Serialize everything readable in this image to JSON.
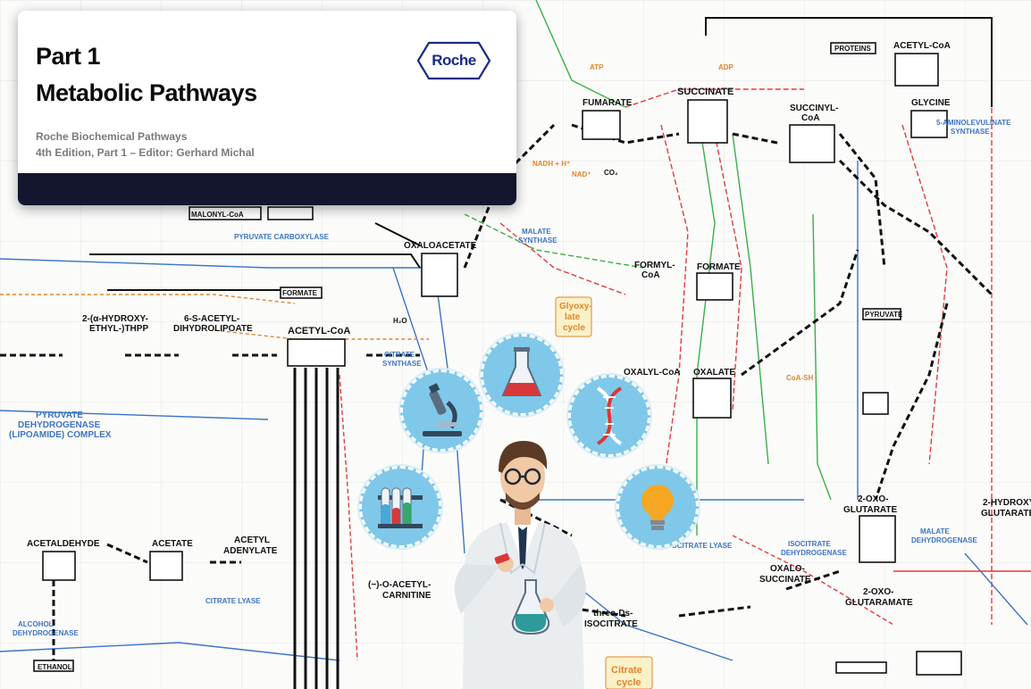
{
  "header": {
    "title_line1": "Part 1",
    "title_line2": "Metabolic Pathways",
    "subtitle_line1": "Roche Biochemical Pathways",
    "subtitle_line2": "4th Edition, Part 1 – Editor: Gerhard Michal",
    "logo_text": "Roche"
  },
  "pathway_labels": {
    "succinate": "SUCCINATE",
    "fumarate": "FUMARATE",
    "succinyl_coa_1": "SUCCINYL-",
    "succinyl_coa_2": "CoA",
    "glycine": "GLYCINE",
    "acetyl_coa_top": "ACETYL-CoA",
    "proteins": "PROTEINS",
    "oxaloacetate": "OXALOACETATE",
    "formate": "FORMATE",
    "formate2": "FORMATE",
    "formyl_coa_1": "FORMYL-",
    "formyl_coa_2": "CoA",
    "acetyl_coa": "ACETYL-CoA",
    "oxalyl_coa": "OXALYL-CoA",
    "oxalate": "OXALATE",
    "pyruvate": "PYRUVATE",
    "glyoxylate_1": "Glyoxy-",
    "glyoxylate_2": "late",
    "glyoxylate_3": "cycle",
    "oxoglutarate_1": "2-OXO-",
    "oxoglutarate_2": "GLUTARATE",
    "acetaldehyde": "ACETALDEHYDE",
    "acetate": "ACETATE",
    "acetyl_adenylate_1": "ACETYL",
    "acetyl_adenylate_2": "ADENYLATE",
    "ethanol": "ETHANOL",
    "acetylcarnitine_1": "(−)-O-ACETYL-",
    "acetylcarnitine_2": "CARNITINE",
    "isocitrate_1": "threo-Ds-",
    "isocitrate_2": "ISOCITRATE",
    "oxalosuccinate_1": "OXALO-",
    "oxalosuccinate_2": "SUCCINATE",
    "oxoglutaramate_1": "2-OXO-",
    "oxoglutaramate_2": "GLUTARAMATE",
    "citrate_cycle_1": "Citrate",
    "citrate_cycle_2": "cycle",
    "pyruvate_dh_1": "PYRUVATE",
    "pyruvate_dh_2": "DEHYDROGENASE",
    "pyruvate_dh_3": "(LIPOAMIDE) COMPLEX",
    "pyruvate_carboxylase": "PYRUVATE CARBOXYLASE",
    "citrate_synthase_1": "CITRATE",
    "citrate_synthase_2": "SYNTHASE",
    "malate_synthase_1": "MALATE",
    "malate_synthase_2": "SYNTHASE",
    "acetyl_dihydrolipoate_1": "6-S-ACETYL-",
    "acetyl_dihydrolipoate_2": "DIHYDROLIPOATE",
    "hydroxyethyl_1": "2-(α-HYDROXY-",
    "hydroxyethyl_2": "ETHYL-)THPP",
    "citrate_lyase": "CITRATE LYASE",
    "isocitrate_lyase": "ISOCITRATE LYASE",
    "isocitrate_dh_1": "ISOCITRATE",
    "isocitrate_dh_2": "DEHYDROGENASE",
    "aminolevulinate_1": "5-AMINOLEVULINATE",
    "aminolevulinate_2": "SYNTHASE",
    "alcohol_dh_1": "ALCOHOL",
    "alcohol_dh_2": "DEHYDROGENASE",
    "malonyl_coa": "MALONYL-CoA",
    "nadh": "NADH + H⁺",
    "nad": "NAD⁺",
    "co2": "CO₂",
    "h2o": "H₂O",
    "atp": "ATP",
    "adp": "ADP",
    "coash": "CoA-SH",
    "malate_dh_1": "MALATE",
    "malate_dh_2": "DEHYDROGENASE",
    "hydroxyglutarate_1": "2-HYDROXY-",
    "hydroxyglutarate_2": "GLUTARATE"
  },
  "colors": {
    "card_band": "#14152e",
    "roche_blue": "#1a2a86",
    "bubble": "#7fc8e9",
    "pathway_orange": "#e2852b",
    "pathway_blue": "#3d74c6",
    "pathway_red": "#e23b3b",
    "pathway_green": "#3cae4a"
  },
  "icons": [
    "microscope-icon",
    "flask-icon",
    "dna-icon",
    "test-tubes-icon",
    "lightbulb-icon",
    "scientist-illustration"
  ]
}
